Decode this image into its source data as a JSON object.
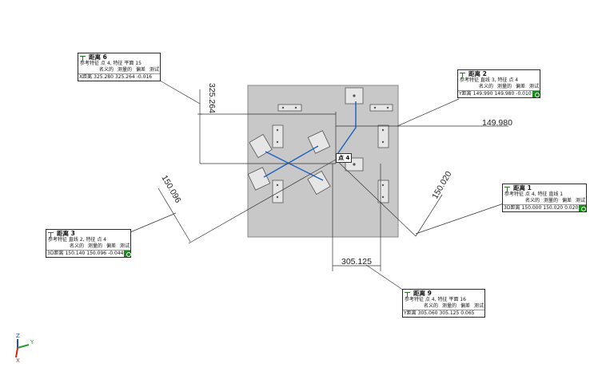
{
  "dimensions": {
    "d1": "149.980",
    "d2": "325.264",
    "d3": "150.096",
    "d4": "150.020",
    "d5": "305.125"
  },
  "point_label": "点 4",
  "column_headers": {
    "nominal": "名义的",
    "measured": "测量的",
    "deviation": "偏差",
    "test": "测试"
  },
  "boxes": {
    "dist6": {
      "title": "距离 6",
      "ref": "参考特征  点 4,  特征  平面 15",
      "type": "X距离",
      "nominal": "325.280",
      "measured": "325.264",
      "deviation": "-0.016"
    },
    "dist2": {
      "title": "距离 2",
      "ref": "参考特征  直线 3,  特征  点 4",
      "type": "Y距离",
      "nominal": "149.990",
      "measured": "149.980",
      "deviation": "-0.010"
    },
    "dist1": {
      "title": "距离 1",
      "ref": "参考特征  点 4,  特征  直线 1",
      "type": "3D距离",
      "nominal": "150.000",
      "measured": "150.020",
      "deviation": "0.020"
    },
    "dist3": {
      "title": "距离 3",
      "ref": "参考特征  直线 2,  特征  点 4",
      "type": "3D距离",
      "nominal": "150.140",
      "measured": "150.096",
      "deviation": "-0.044"
    },
    "dist9": {
      "title": "距离 9",
      "ref": "参考特征  点 4,  特征  平面 16",
      "type": "Y距离",
      "nominal": "305.060",
      "measured": "305.125",
      "deviation": "0.065"
    }
  },
  "axes": {
    "z": "Z",
    "y": "Y",
    "x": "X"
  },
  "colors": {
    "plate": "#c8c8c8",
    "blue_lines": "#1f5fbf",
    "pass": "#1a8a1a"
  }
}
